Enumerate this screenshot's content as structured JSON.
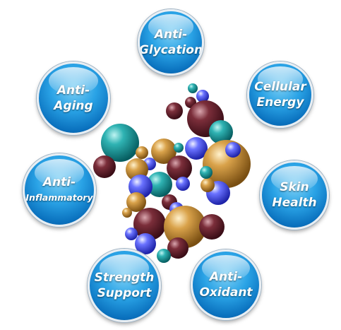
{
  "benefits": [
    {
      "id": "anti-glycation",
      "lines": [
        "Anti-",
        "Glycation"
      ]
    },
    {
      "id": "cellular-energy",
      "lines": [
        "Cellular",
        "Energy"
      ]
    },
    {
      "id": "skin-health",
      "lines": [
        "Skin",
        "Health"
      ]
    },
    {
      "id": "anti-oxidant",
      "lines": [
        "Anti-",
        "Oxidant"
      ]
    },
    {
      "id": "strength-support",
      "lines": [
        "Strength",
        "Support"
      ]
    },
    {
      "id": "anti-inflammatory",
      "lines": [
        "Anti-",
        "Inflammatory"
      ]
    },
    {
      "id": "anti-aging",
      "lines": [
        "Anti-",
        "Aging"
      ]
    }
  ],
  "colors": {
    "benefit_circle": "#1f8fd8",
    "label_text": "#ffffff",
    "molecule_teal": "#0f8a8c",
    "molecule_gold": "#c58a2a",
    "molecule_maroon": "#6e1e2a",
    "molecule_blue": "#4d55f0"
  }
}
